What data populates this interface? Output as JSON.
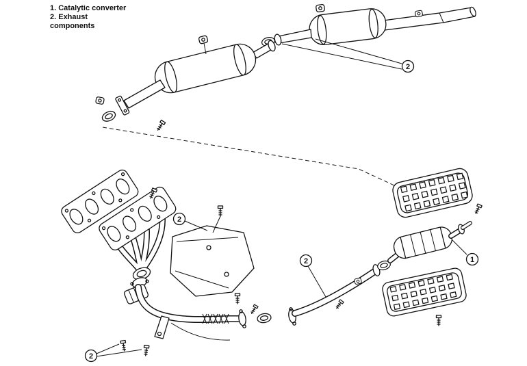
{
  "colors": {
    "background": "#ffffff",
    "ink": "#111111"
  },
  "legend": {
    "lines": [
      "1. Catalytic converter",
      "2. Exhaust",
      "components"
    ]
  },
  "callouts": {
    "muffler_joint": {
      "label": "2"
    },
    "heat_shield": {
      "label": "2"
    },
    "intermediate_pipe": {
      "label": "2"
    },
    "front_pipe_hardware": {
      "label": "2"
    },
    "catalytic_converter": {
      "label": "1"
    }
  }
}
